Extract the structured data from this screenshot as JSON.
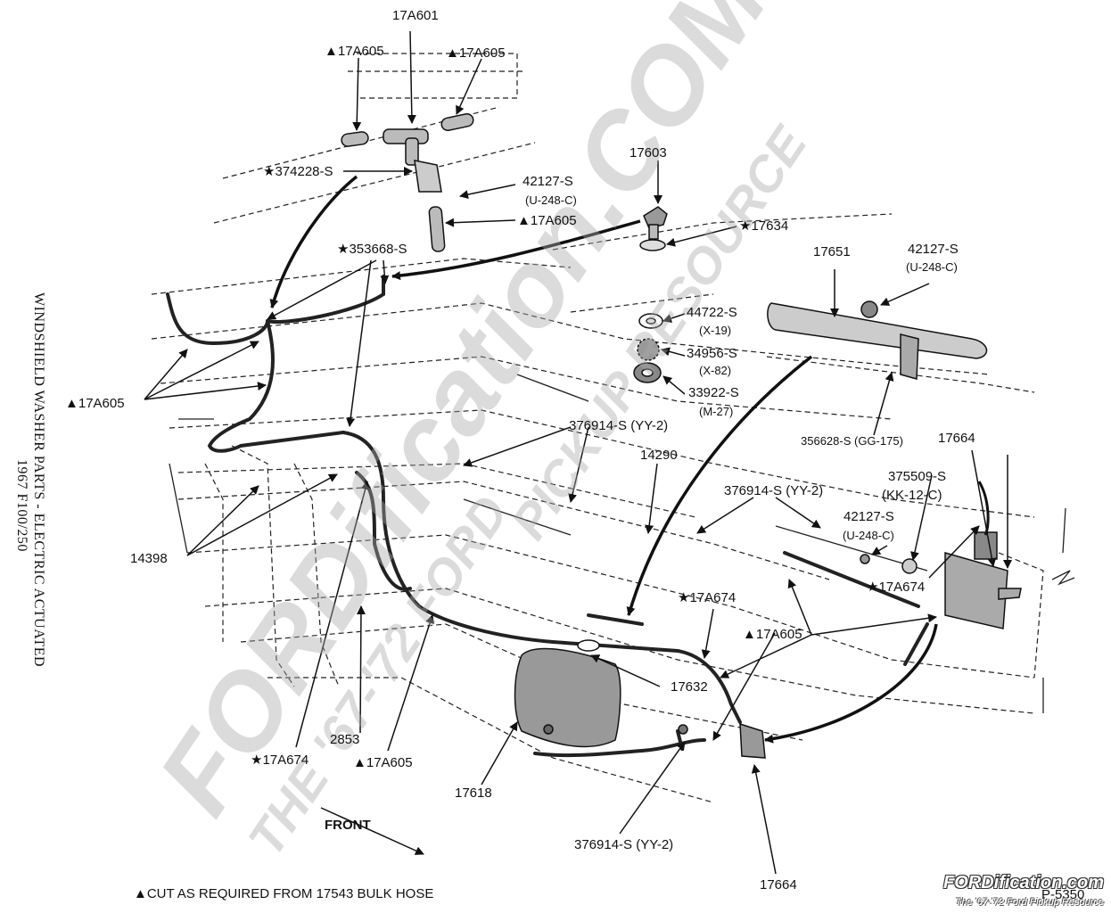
{
  "title": {
    "line1": "WINDSHIELD WASHER PARTS - ELECTRIC ACTUATED",
    "line2": "1967 F100/250"
  },
  "labels": {
    "l17a601": "17A601",
    "l17a605_tl": "▲17A605",
    "l17a605_tr": "▲17A605",
    "l374228": "★374228-S",
    "l42127_a": "42127-S",
    "u248c_a": "(U-248-C)",
    "l17a605_m": "▲17A605",
    "l17603": "17603",
    "l17634": "★17634",
    "l353668": "★353668-S",
    "l17651": "17651",
    "l42127_b": "42127-S",
    "u248c_b": "(U-248-C)",
    "l44722": "44722-S",
    "x19": "(X-19)",
    "l34956": "34956-S",
    "x82": "(X-82)",
    "l33922": "33922-S",
    "m27": "(M-27)",
    "l17a605_l": "▲17A605",
    "l376914_c": "376914-S (YY-2)",
    "l356628": "356628-S (GG-175)",
    "l17664_u": "17664",
    "l14290": "14290",
    "l375509": "375509-S",
    "kk12c": "(KK-12-C)",
    "l376914_r": "376914-S (YY-2)",
    "l42127_c": "42127-S",
    "u248c_c": "(U-248-C)",
    "l14398": "14398",
    "l17a674_r": "★17A674",
    "l17a674_c": "★17A674",
    "l17a605_r": "▲17A605",
    "l17632": "17632",
    "l2853": "2853",
    "l17a674_l": "★17A674",
    "l17a605_b": "▲17A605",
    "l17618": "17618",
    "front": "FRONT",
    "l376914_b": "376914-S (YY-2)",
    "l17664_l": "17664"
  },
  "footnote": "▲CUT AS REQUIRED FROM 17543 BULK HOSE",
  "plate": "P-5350",
  "watermark": {
    "main": "FORDification.COM",
    "tagline": "THE '67-'72 FORD",
    "resource": "PICKUP RESOURCE"
  },
  "logo": {
    "name": "FORDification.com",
    "tagline": "The '67-'72 Ford Pickup Resource"
  }
}
